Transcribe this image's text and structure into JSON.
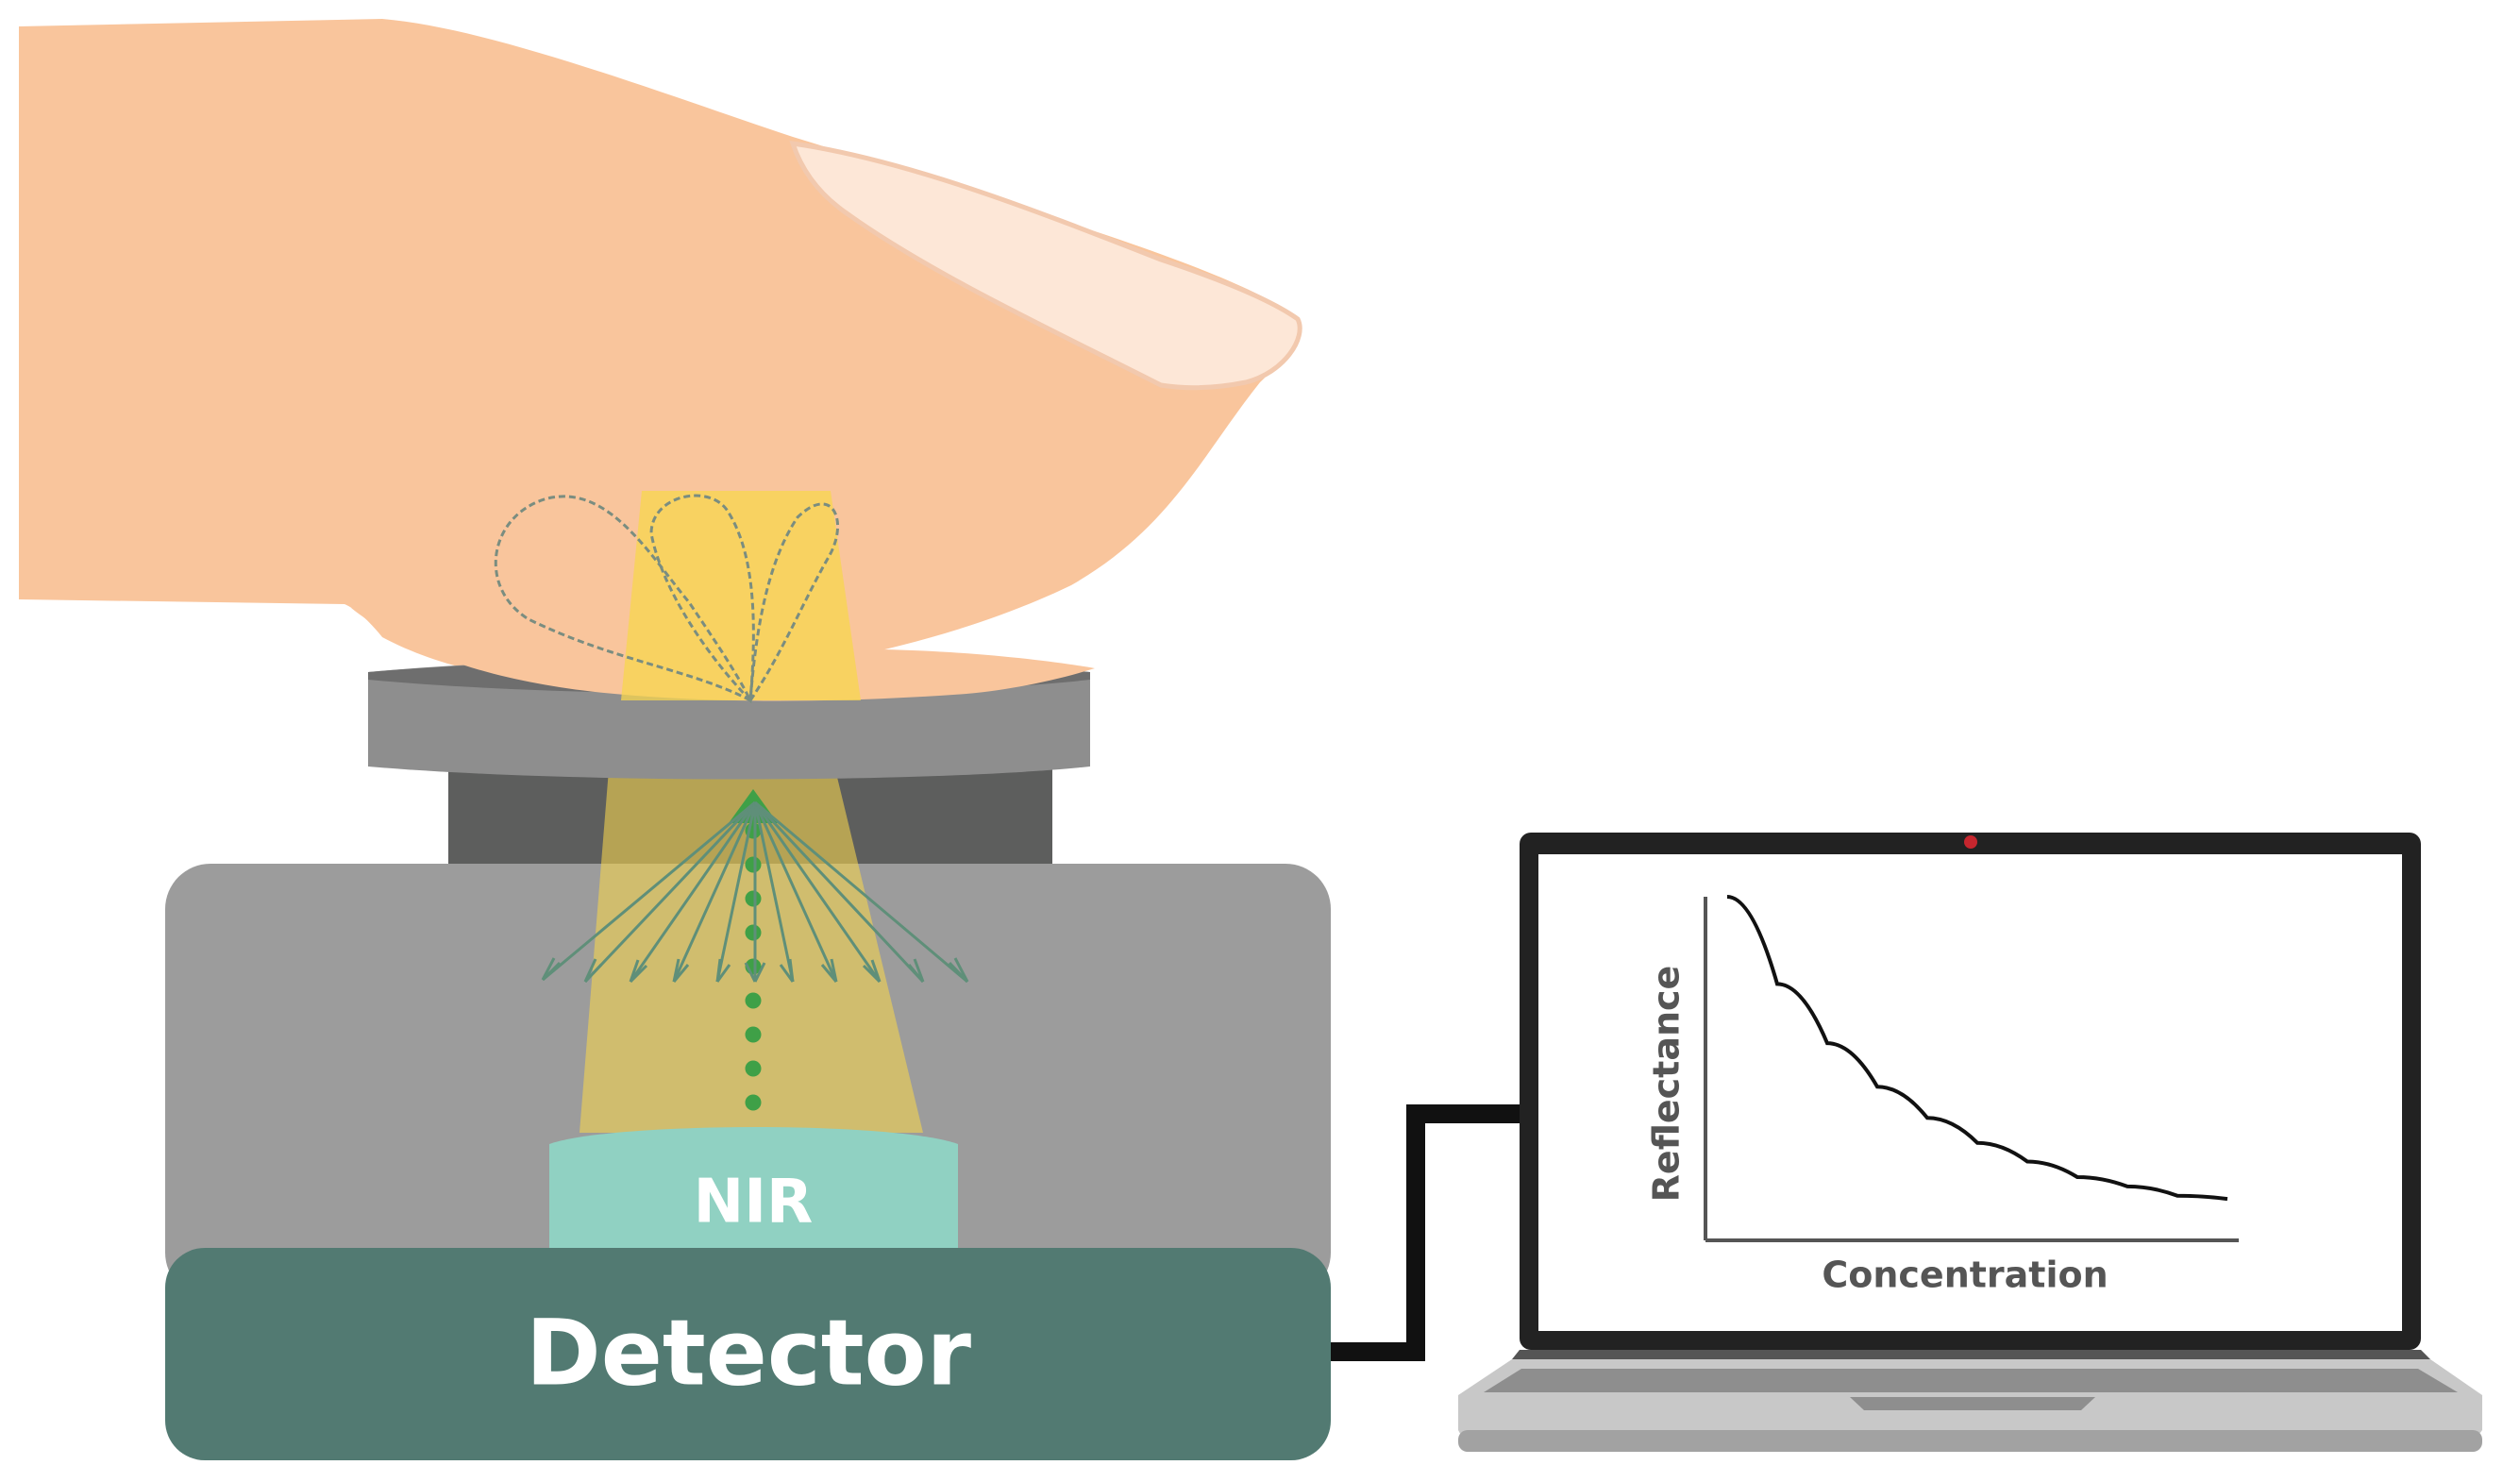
{
  "labels": {
    "source": "NIR",
    "detector": "Detector",
    "x_axis": "Concentration",
    "y_axis": "Reflectance"
  },
  "colors": {
    "finger": "#F9C59C",
    "nail": "#FDE7D7",
    "nail_outline": "#F2C9AE",
    "light_beam": "#F7D54E",
    "plate": "#8E8E8E",
    "collar": "#5D5E5D",
    "housing": "#9C9C9C",
    "nir_source": "#90D1C2",
    "detector_base": "#527A72",
    "photon_path": "#3FA047",
    "scatter_lines": "#5F8F79",
    "laptop_frame": "#222222",
    "cable": "#111111",
    "webcam": "#C6262E",
    "curve": "#111111"
  },
  "chart_data": {
    "type": "line",
    "title": "",
    "xlabel": "Concentration",
    "ylabel": "Reflectance",
    "x": [
      0.0,
      0.1,
      0.2,
      0.3,
      0.4,
      0.5,
      0.6,
      0.7,
      0.8,
      0.9,
      1.0
    ],
    "series": [
      {
        "values": [
          1.0,
          0.72,
          0.53,
          0.39,
          0.29,
          0.21,
          0.15,
          0.1,
          0.07,
          0.04,
          0.03
        ]
      }
    ],
    "xlim": [
      0,
      1
    ],
    "ylim": [
      0,
      1
    ],
    "grid": false
  }
}
